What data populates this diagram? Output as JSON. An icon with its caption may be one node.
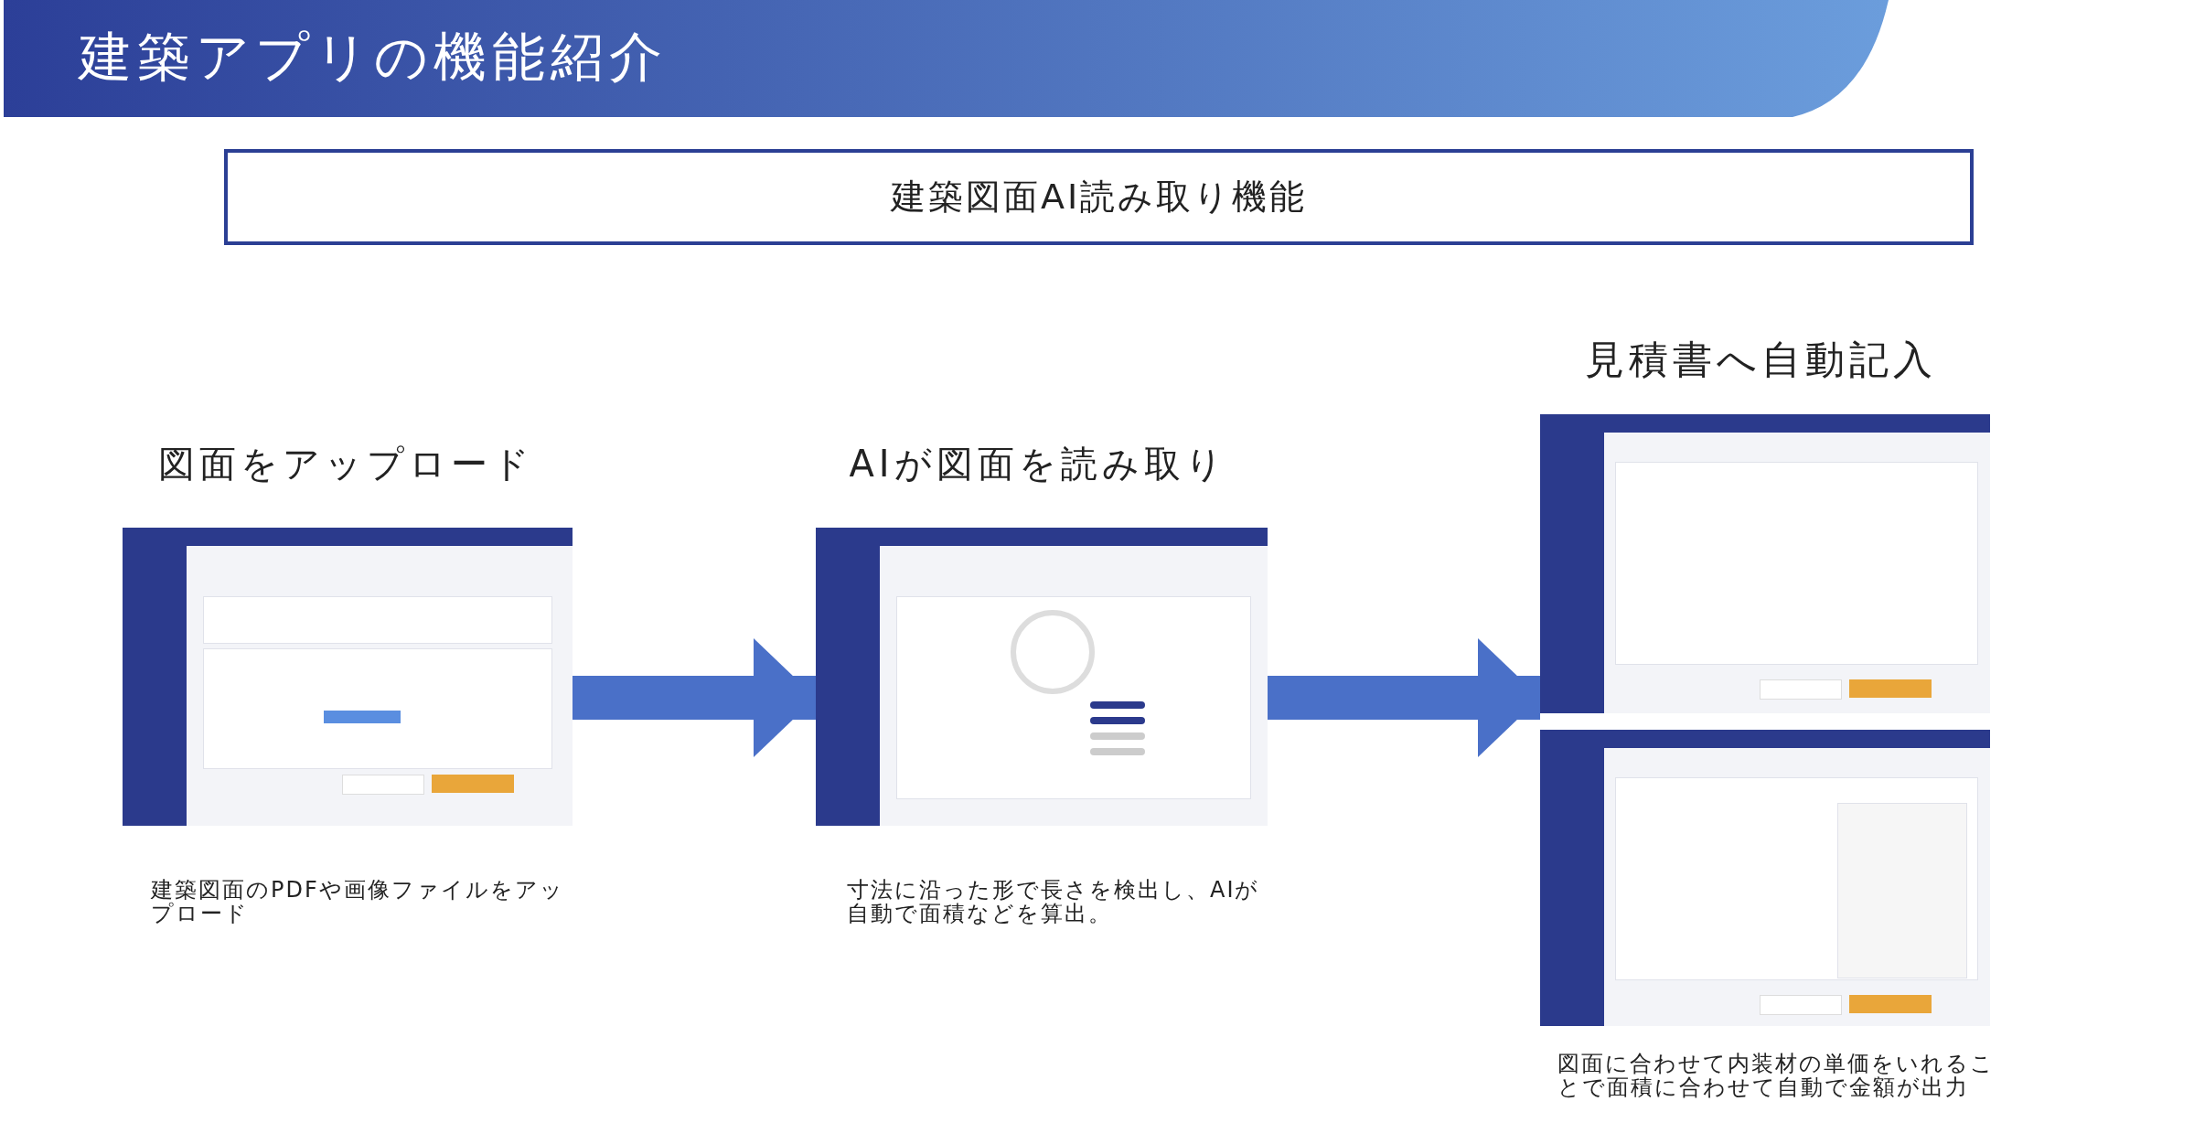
{
  "diagram": {
    "title": "建築アプリの機能紹介",
    "nodes": [
      {
        "text": [
          "建築図面AI読み取り機能"
        ]
      },
      {
        "text": [
          "図面をアップロード",
          "建築図面のPDFや画像ファイルをアップロード"
        ]
      },
      {
        "text": [],
        "shape": "picture",
        "in": 1
      },
      {
        "text": [
          "AIが図面を読み取り",
          "寸法に沿った形で長さを検出し、AIが自動で面積などを算出。"
        ]
      },
      {
        "text": [],
        "shape": "picture",
        "in": 3
      },
      {
        "text": [
          "見積書へ自動記入",
          "図面に合わせて内装材の単価をいれることで面積に合わせて自動で金額が出力"
        ]
      },
      {
        "text": [],
        "shape": "picture",
        "in": 5
      },
      {
        "text": [],
        "shape": "picture",
        "in": 5
      }
    ],
    "edges": [
      {
        "from": 2,
        "to": 4,
        "arrow": "to"
      },
      {
        "from": 4,
        "to": 6,
        "arrow": "to"
      }
    ]
  }
}
